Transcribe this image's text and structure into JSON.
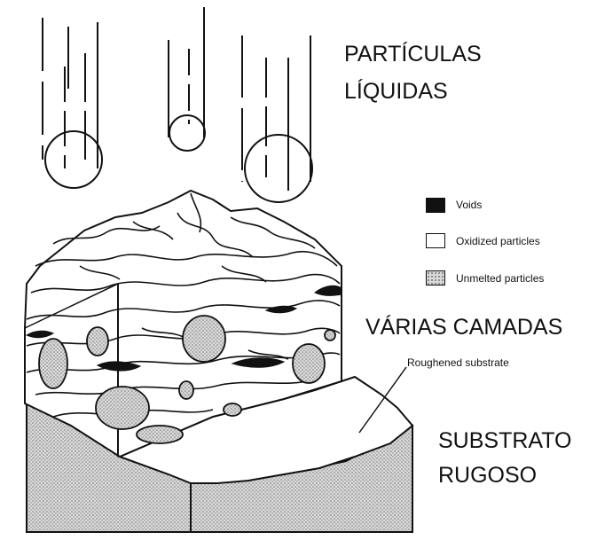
{
  "labels": {
    "liquid_particles_line1": "PARTÍCULAS",
    "liquid_particles_line2": "LÍQUIDAS",
    "layers": "VÁRIAS CAMADAS",
    "substrate_line1": "SUBSTRATO",
    "substrate_line2": "RUGOSO",
    "roughened_substrate": "Roughened substrate"
  },
  "legend": [
    {
      "label": "Voids",
      "fill": "#111111"
    },
    {
      "label": "Oxidized particles",
      "fill": "#ffffff"
    },
    {
      "label": "Unmelted particles",
      "fill": "stipple"
    }
  ],
  "colors": {
    "ink": "#111111",
    "stipple_bg": "#d8d8d8",
    "stipple_dot": "#7a7a7a"
  }
}
